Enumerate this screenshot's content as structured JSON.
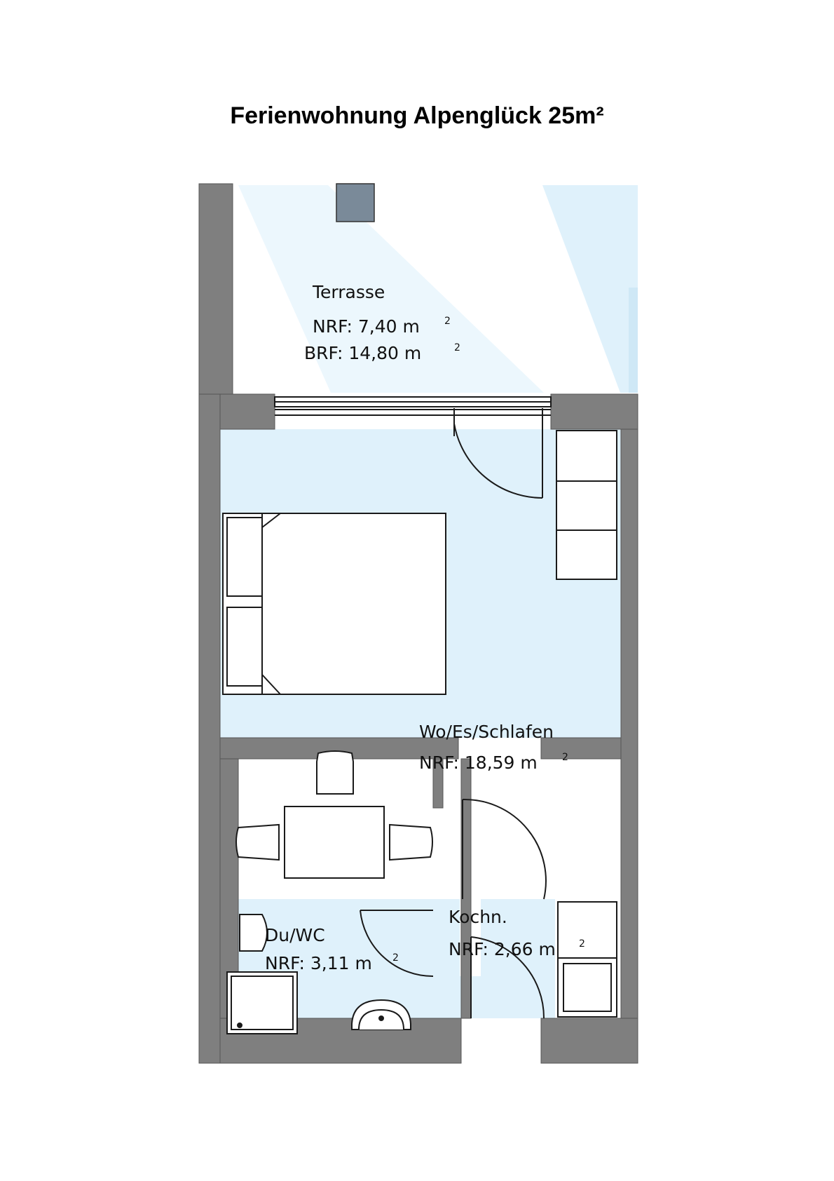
{
  "page": {
    "title": "Ferienwohnung Alpenglück 25m²"
  },
  "rooms": {
    "terrasse": {
      "name": "Terrasse",
      "nrf": "NRF: 7,40 m",
      "brf": "BRF: 14,80 m",
      "unit_exp": "2"
    },
    "wohnen": {
      "name": "Wo/Es/Schlafen",
      "nrf": "NRF: 18,59 m",
      "unit_exp": "2"
    },
    "bad": {
      "name": "Du/WC",
      "nrf": "NRF: 3,11 m",
      "unit_exp": "2"
    },
    "kueche": {
      "name": "Kochn.",
      "nrf": "NRF: 2,66 m",
      "unit_exp": "2"
    }
  },
  "colors": {
    "wall": "#7f7f7f",
    "floor": "#dff1fb",
    "line": "#1a1a1a"
  }
}
